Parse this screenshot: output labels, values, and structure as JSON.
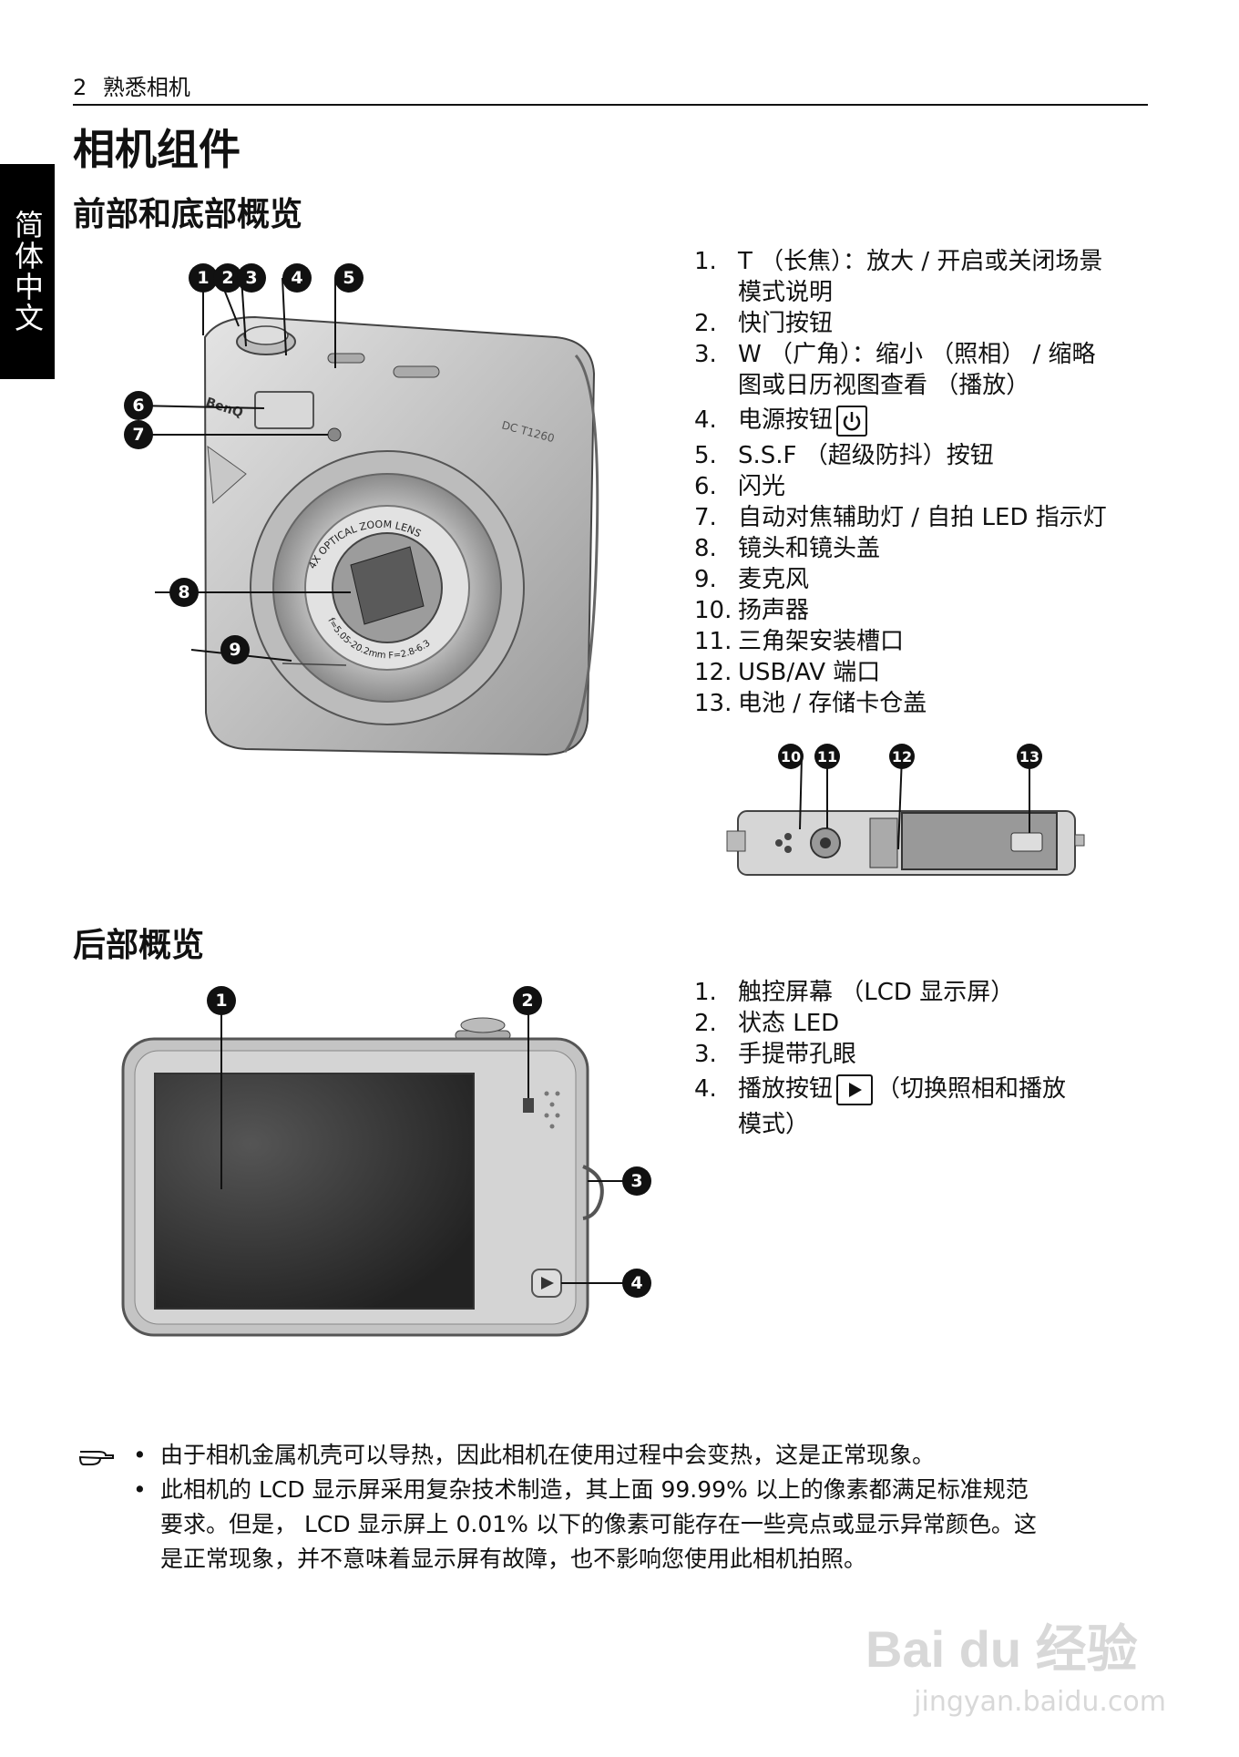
{
  "header": {
    "page_number": "2",
    "section": "熟悉相机"
  },
  "side_tab": "简体中文",
  "page_title": "相机组件",
  "front": {
    "title": "前部和底部概览",
    "callouts": [
      "1",
      "2",
      "3",
      "4",
      "5",
      "6",
      "7",
      "8",
      "9"
    ],
    "lens_text": "4X OPTICAL ZOOM LENS",
    "lens_spec": "f=5.05-20.2mm F=2.8-6.3",
    "brand": "BenQ",
    "model": "DC T1260",
    "items": [
      {
        "num": "1.",
        "text": "T （长焦）：放大 / 开启或关闭场景"
      },
      {
        "num": "",
        "text": "模式说明"
      },
      {
        "num": "2.",
        "text": "快门按钮"
      },
      {
        "num": "3.",
        "text": "W （广角）：缩小 （照相） / 缩略"
      },
      {
        "num": "",
        "text": "图或日历视图查看 （播放）"
      },
      {
        "num": "4.",
        "text": "电源按钮"
      },
      {
        "num": "5.",
        "text": "S.S.F （超级防抖）按钮"
      },
      {
        "num": "6.",
        "text": "闪光"
      },
      {
        "num": "7.",
        "text": "自动对焦辅助灯 / 自拍 LED 指示灯"
      },
      {
        "num": "8.",
        "text": "镜头和镜头盖"
      },
      {
        "num": "9.",
        "text": "麦克风"
      },
      {
        "num": "10.",
        "text": "扬声器"
      },
      {
        "num": "11.",
        "text": "三角架安装槽口"
      },
      {
        "num": "12.",
        "text": "USB/AV 端口"
      },
      {
        "num": "13.",
        "text": "电池 / 存储卡仓盖"
      }
    ],
    "bottom_callouts": [
      "10",
      "11",
      "12",
      "13"
    ]
  },
  "back": {
    "title": "后部概览",
    "callouts": [
      "1",
      "2",
      "3",
      "4"
    ],
    "items": [
      {
        "num": "1.",
        "text": "触控屏幕 （LCD 显示屏）"
      },
      {
        "num": "2.",
        "text": "状态 LED"
      },
      {
        "num": "3.",
        "text": "手提带孔眼"
      },
      {
        "num": "4.",
        "text": "播放按钮"
      },
      {
        "num": "",
        "text": "模式）"
      }
    ],
    "item4_suffix": "（切换照相和播放"
  },
  "notes": [
    "由于相机金属机壳可以导热，因此相机在使用过程中会变热，这是正常现象。",
    "此相机的 LCD 显示屏采用复杂技术制造，其上面 99.99% 以上的像素都满足标准规范",
    "要求。但是， LCD 显示屏上 0.01% 以下的像素可能存在一些亮点或显示异常颜色。这",
    "是正常现象，并不意味着显示屏有故障，也不影响您使用此相机拍照。"
  ],
  "watermark": {
    "logo": "Bai du 经验",
    "url": "jingyan.baidu.com"
  }
}
